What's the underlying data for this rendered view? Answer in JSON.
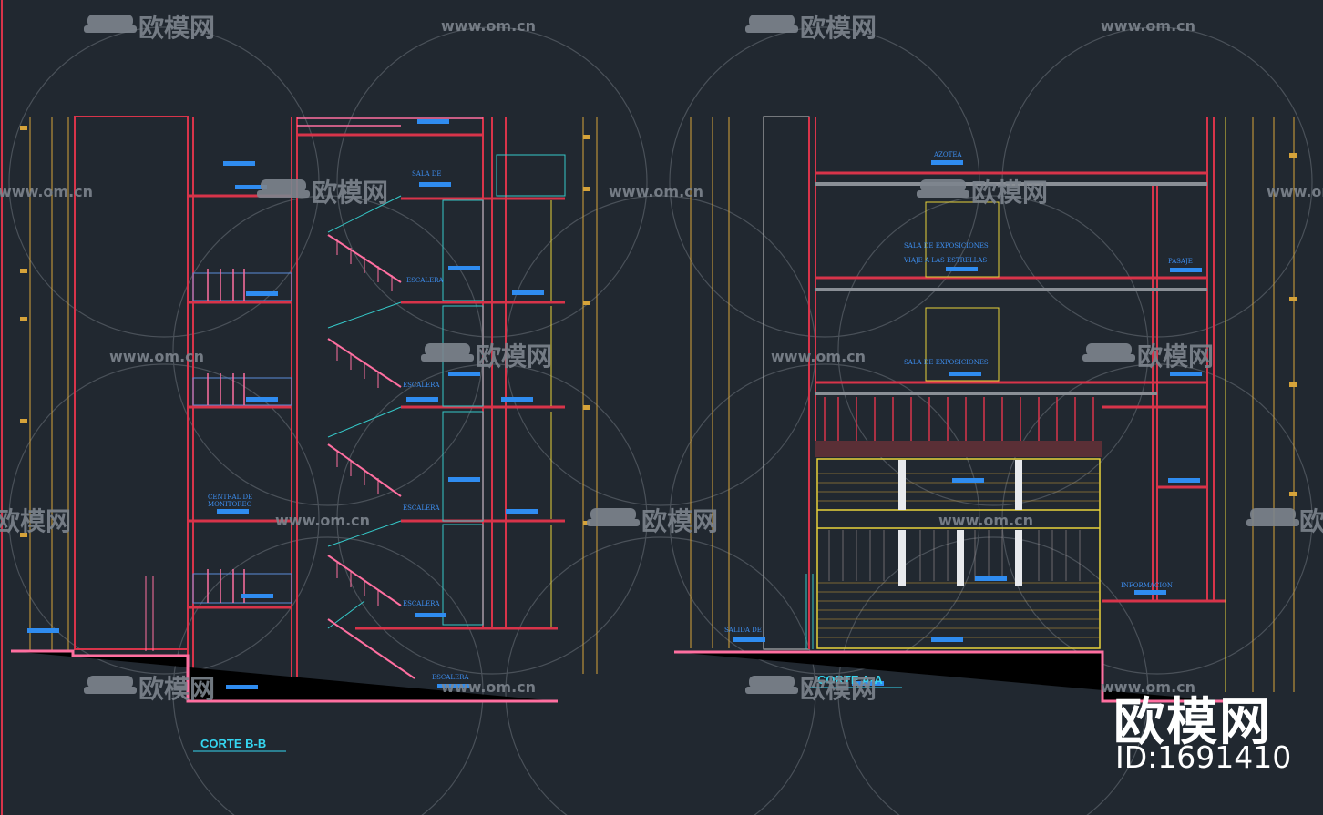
{
  "watermark": {
    "brand_cn": "欧模网",
    "url": "www.om.cn"
  },
  "drawings": {
    "left_title": "CORTE B-B",
    "right_title": "CORTE A-A"
  },
  "labels_left": {
    "sala": "SALA DE",
    "escalera_1": "ESCALERA",
    "escalera_2": "ESCALERA",
    "escalera_3": "ESCALERA",
    "escalera_4": "ESCALERA",
    "escalera_5": "ESCALERA",
    "central_1": "CENTRAL DE",
    "central_2": "MONITOREO"
  },
  "labels_right": {
    "azotea": "AZOTEA",
    "sala_exp_1a": "SALA DE EXPOSICIONES",
    "sala_exp_1b": "VIAJE A LAS ESTRELLAS",
    "sala_exp_2": "SALA DE EXPOSICIONES",
    "pasaje": "PASAJE",
    "informacion": "INFORMACION",
    "salida": "SALIDA DE"
  },
  "brand_badge": {
    "name": "欧模网",
    "id": "ID:1691410"
  },
  "colors": {
    "background": "#212830",
    "wall_red": "#d8344a",
    "dim_orange": "#d6a33a",
    "stair_cyan": "#35c8c8",
    "label_blue": "#2f8cf0",
    "floor_pink": "#ff6fa0",
    "yellow": "#e8d23a"
  }
}
